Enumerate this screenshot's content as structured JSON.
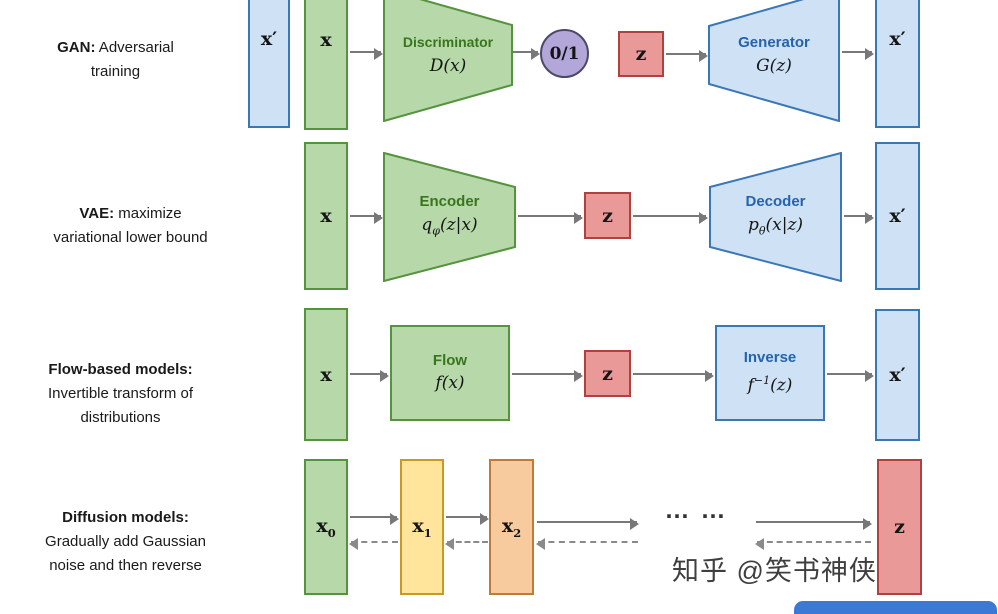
{
  "rows": {
    "gan": {
      "label": {
        "line1_bold": "GAN:",
        "line1_rest": " Adversarial",
        "line2": "training"
      },
      "x_prime_in": "x′",
      "x": "x",
      "discriminator": {
        "title": "Discriminator",
        "math": "D(x)"
      },
      "output": "0/1",
      "z": "z",
      "generator": {
        "title": "Generator",
        "math": "G(z)"
      },
      "x_prime_out": "x′"
    },
    "vae": {
      "label": {
        "line1_bold": "VAE:",
        "line1_rest": " maximize",
        "line2": "variational lower bound"
      },
      "x": "x",
      "encoder": {
        "title": "Encoder",
        "math_pre": "q",
        "math_sub": "φ",
        "math_post": "(z|x)"
      },
      "z": "z",
      "decoder": {
        "title": "Decoder",
        "math_pre": "p",
        "math_sub": "θ",
        "math_post": "(x|z)"
      },
      "x_prime": "x′"
    },
    "flow": {
      "label": {
        "line1_bold": "Flow-based models:",
        "line2": "Invertible transform of",
        "line3": "distributions"
      },
      "x": "x",
      "flow": {
        "title": "Flow",
        "math": "f(x)"
      },
      "z": "z",
      "inverse": {
        "title": "Inverse",
        "math_pre": "f",
        "math_sup": "−1",
        "math_post": "(z)"
      },
      "x_prime": "x′"
    },
    "diffusion": {
      "label": {
        "line1_bold": "Diffusion models:",
        "line2": "Gradually add Gaussian",
        "line3": "noise and then reverse"
      },
      "x0": {
        "pre": "x",
        "sub": "0"
      },
      "x1": {
        "pre": "x",
        "sub": "1"
      },
      "x2": {
        "pre": "x",
        "sub": "2"
      },
      "dots": "… …",
      "z": "z"
    }
  },
  "watermark": "知乎 @笑书神侠",
  "colors": {
    "green_fill": "#b7d8a9",
    "green_stroke": "#55933f",
    "blue_fill": "#cfe2f5",
    "blue_stroke": "#3a77b5",
    "red_fill": "#ea9999",
    "red_stroke": "#b0413e",
    "yellow_fill": "#ffe59b",
    "yellow_stroke": "#c79a25",
    "orange_fill": "#f8cb9e",
    "orange_stroke": "#c07b3a",
    "purple_fill": "#b3a6d8",
    "purple_stroke": "#4a4a68",
    "title_green": "#38761d",
    "title_blue": "#2563ac",
    "arrow": "#787878",
    "watermark_bar": "#3d78d6"
  }
}
